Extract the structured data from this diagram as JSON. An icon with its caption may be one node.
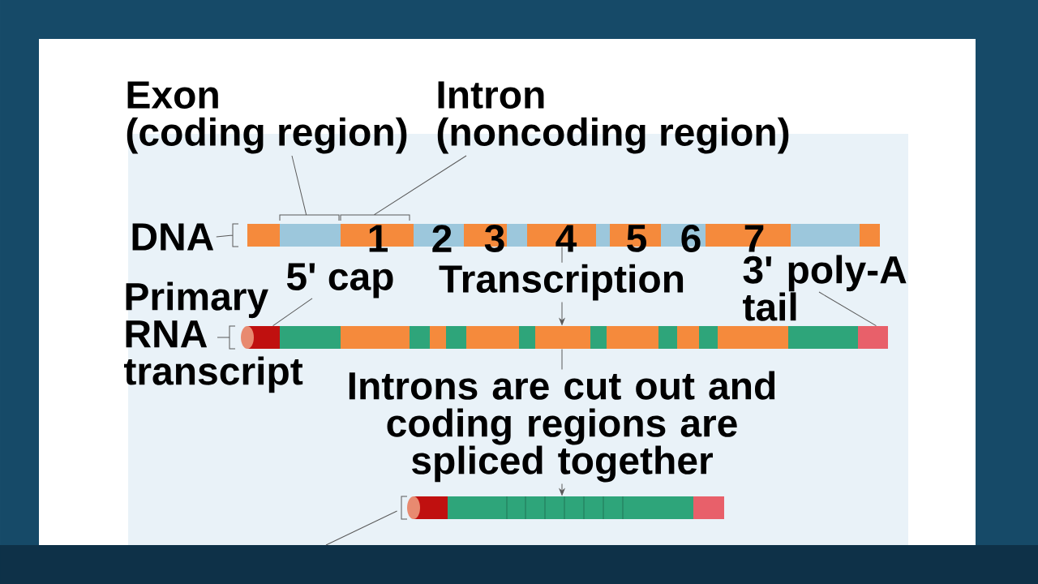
{
  "diagram": {
    "nodes": [
      {
        "text": [
          "Exon",
          "(coding region)"
        ]
      },
      {
        "text": [
          "Intron",
          "(noncoding region)"
        ]
      },
      {
        "text": [
          "DNA"
        ]
      },
      {
        "text": [],
        "shape": "bar"
      },
      {
        "text": [
          "Primary RNA transcript"
        ]
      },
      {
        "text": [
          "5' cap"
        ]
      },
      {
        "text": [
          "3' poly-A tail"
        ]
      },
      {
        "text": [],
        "shape": "bar"
      },
      {
        "text": [],
        "shape": "bar"
      }
    ],
    "edges": [
      {
        "from": 0,
        "to": 3,
        "arrow": "none"
      },
      {
        "from": 1,
        "to": 3,
        "arrow": "none"
      },
      {
        "from": 2,
        "to": 3,
        "arrow": "none"
      },
      {
        "from": 3,
        "to": 7,
        "arrow": "to",
        "label": "Transcription"
      },
      {
        "from": 5,
        "to": 7,
        "arrow": "none"
      },
      {
        "from": 6,
        "to": 7,
        "arrow": "none"
      },
      {
        "from": 4,
        "to": 7,
        "arrow": "none"
      },
      {
        "from": 7,
        "to": 8,
        "arrow": "to",
        "label": "Introns are cut out and coding regions are spliced together"
      },
      {
        "from": null,
        "to": 8,
        "arrow": "none"
      }
    ],
    "labels": [
      "1",
      "2",
      "3",
      "4",
      "5",
      "6",
      "7"
    ]
  }
}
